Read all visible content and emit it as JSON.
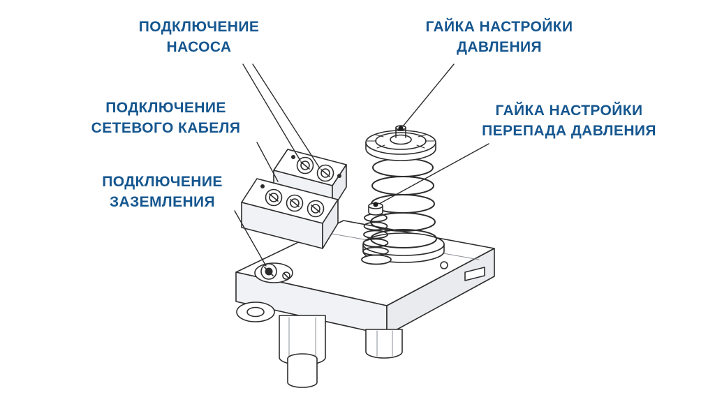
{
  "colors": {
    "label": "#15568f",
    "line": "#2d2d2d",
    "background": "#ffffff"
  },
  "labels": {
    "pump_connection": "ПОДКЛЮЧЕНИЕ\nНАСОСА",
    "pressure_nut": "ГАЙКА НАСТРОЙКИ\nДАВЛЕНИЯ",
    "power_cable_connection": "ПОДКЛЮЧЕНИЕ\nСЕТЕВОГО КАБЕЛЯ",
    "differential_nut": "ГАЙКА НАСТРОЙКИ\nПЕРЕПАДА ДАВЛЕНИЯ",
    "ground_connection": "ПОДКЛЮЧЕНИЕ\nЗАЗЕМЛЕНИЯ"
  }
}
